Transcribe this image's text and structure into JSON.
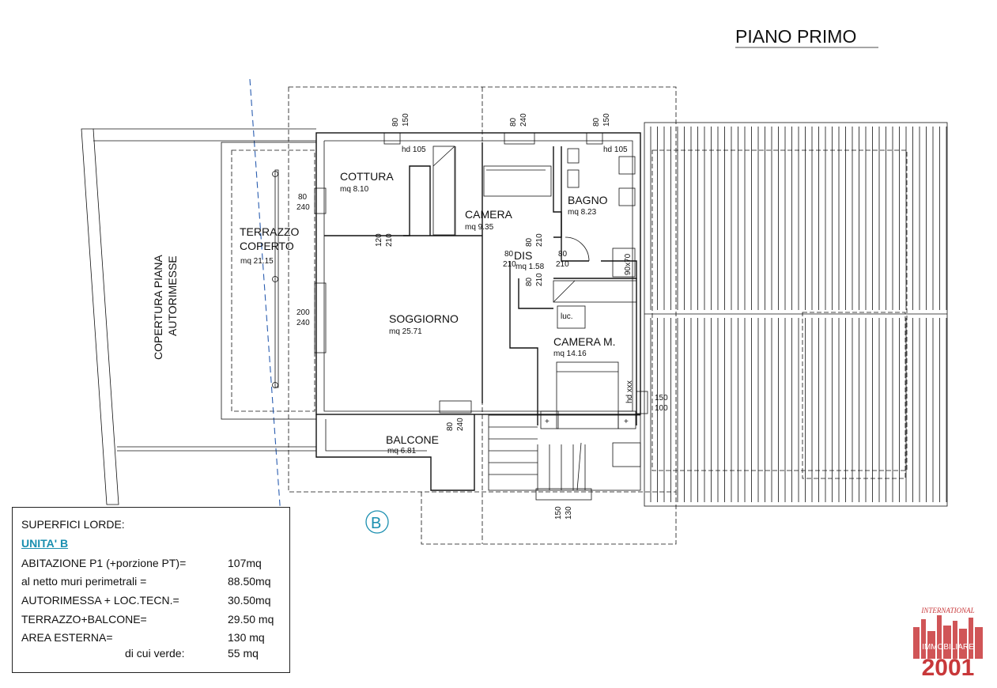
{
  "title": "PIANO PRIMO",
  "unit_marker": "B",
  "rooms": {
    "cottura": {
      "name": "COTTURA",
      "area": "mq 8.10"
    },
    "camera": {
      "name": "CAMERA",
      "area": "mq 9.35"
    },
    "bagno": {
      "name": "BAGNO",
      "area": "mq 8.23"
    },
    "dis": {
      "name": "DIS",
      "area": "mq 1.58"
    },
    "soggiorno": {
      "name": "SOGGIORNO",
      "area": "mq 25.71"
    },
    "camera_m": {
      "name": "CAMERA M.",
      "area": "mq 14.16"
    },
    "balcone": {
      "name": "BALCONE",
      "area": "mq 6.81"
    },
    "terrazzo": {
      "name_line1": "TERRAZZO",
      "name_line2": "COPERTO",
      "area": "mq 21.15"
    },
    "copertura": {
      "line1": "COPERTURA PIANA",
      "line2": "AUTORIMESSE"
    }
  },
  "labels": {
    "luc": "luc.",
    "hd105_a": "hd 105",
    "hd105_b": "hd 105",
    "hdxxx": "hd xxx",
    "shower": "90x70"
  },
  "dimensions": {
    "top_a_1": "80",
    "top_a_2": "150",
    "top_b_1": "80",
    "top_b_2": "240",
    "top_c_1": "80",
    "top_c_2": "150",
    "win_cottura_1": "80",
    "win_cottura_2": "240",
    "door_cottura_1": "120",
    "door_cottura_2": "210",
    "win_sogg_1": "200",
    "win_sogg_2": "240",
    "door_cam_1": "80",
    "door_cam_2": "210",
    "dis_l_1": "80",
    "dis_l_2": "210",
    "dis_r_1": "80",
    "dis_r_2": "210",
    "dis_v_1": "80",
    "dis_v_2": "210",
    "balc_1": "80",
    "balc_2": "240",
    "right_1": "150",
    "right_2": "100",
    "bottom_1": "150",
    "bottom_2": "130"
  },
  "legend": {
    "title": "SUPERFICI LORDE:",
    "unit": "UNITA' B",
    "rows": [
      {
        "label": "ABITAZIONE P1 (+porzione PT)=",
        "value": "107mq"
      },
      {
        "label": "al netto muri perimetrali =",
        "value": "88.50mq"
      },
      {
        "label": "AUTORIMESSA + LOC.TECN.=",
        "value": "30.50mq"
      },
      {
        "label": "TERRAZZO+BALCONE=",
        "value": "29.50 mq"
      },
      {
        "label": "AREA ESTERNA=",
        "value": "130   mq"
      },
      {
        "label": "di cui verde:",
        "value": "55 mq"
      }
    ]
  },
  "logo": {
    "line1": "INTERNATIONAL",
    "line2": "IMMOBILIARE",
    "line3": "2001"
  },
  "colors": {
    "accent_blue": "#1a8fb0",
    "logo_red": "#c8383a",
    "axis_blue": "#2a5db0"
  }
}
